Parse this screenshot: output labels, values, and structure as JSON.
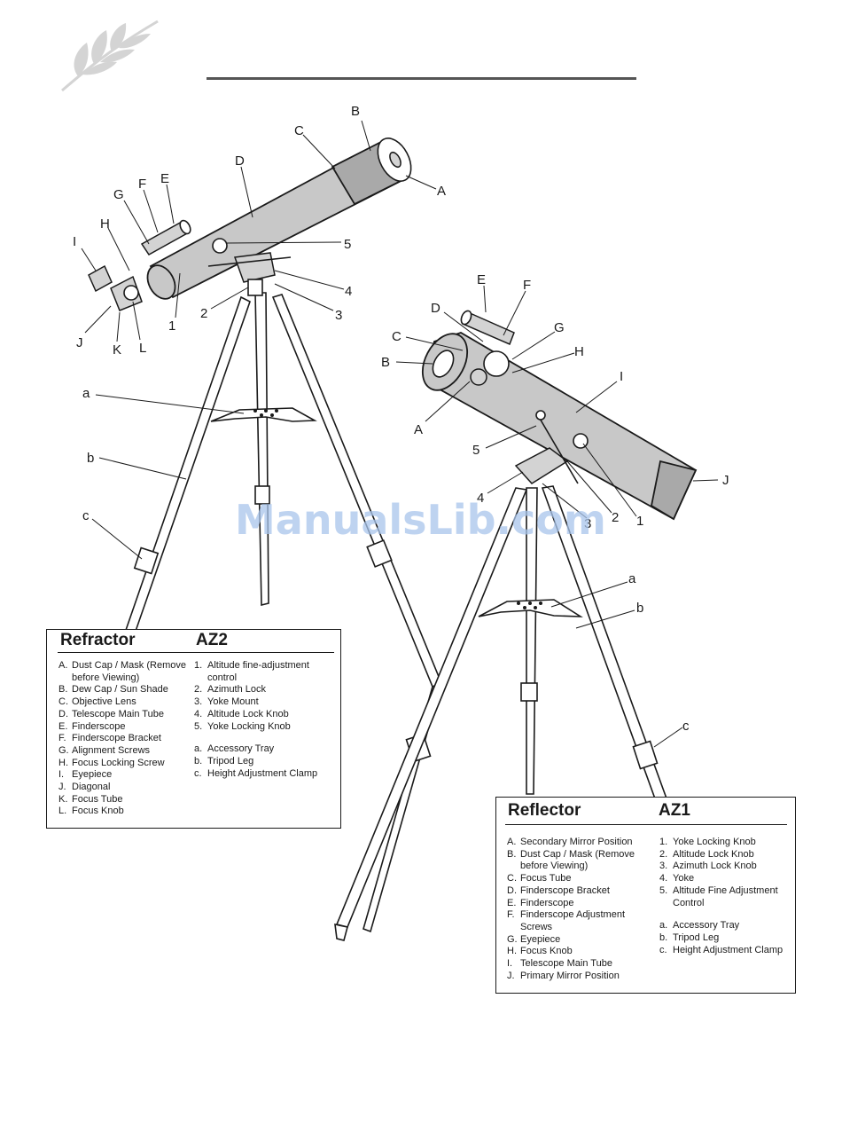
{
  "refractor": {
    "title": "Refractor",
    "model": "AZ2",
    "parts": [
      {
        "key": "A.",
        "text": "Dust Cap / Mask (Remove before Viewing)"
      },
      {
        "key": "B.",
        "text": "Dew Cap / Sun Shade"
      },
      {
        "key": "C.",
        "text": "Objective Lens"
      },
      {
        "key": "D.",
        "text": "Telescope Main Tube"
      },
      {
        "key": "E.",
        "text": "Finderscope"
      },
      {
        "key": "F.",
        "text": "Finderscope Bracket"
      },
      {
        "key": "G.",
        "text": "Alignment Screws"
      },
      {
        "key": "H.",
        "text": "Focus Locking Screw"
      },
      {
        "key": "I.",
        "text": "Eyepiece"
      },
      {
        "key": "J.",
        "text": "Diagonal"
      },
      {
        "key": "K.",
        "text": "Focus Tube"
      },
      {
        "key": "L.",
        "text": "Focus Knob"
      }
    ],
    "mount": [
      {
        "key": "1.",
        "text": "Altitude fine-adjustment control"
      },
      {
        "key": "2.",
        "text": "Azimuth Lock"
      },
      {
        "key": "3.",
        "text": "Yoke Mount"
      },
      {
        "key": "4.",
        "text": "Altitude Lock Knob"
      },
      {
        "key": "5.",
        "text": "Yoke Locking Knob"
      }
    ],
    "tripod": [
      {
        "key": "a.",
        "text": "Accessory Tray"
      },
      {
        "key": "b.",
        "text": "Tripod Leg"
      },
      {
        "key": "c.",
        "text": "Height Adjustment Clamp"
      }
    ]
  },
  "reflector": {
    "title": "Reflector",
    "model": "AZ1",
    "parts": [
      {
        "key": "A.",
        "text": "Secondary Mirror Position"
      },
      {
        "key": "B.",
        "text": "Dust Cap / Mask (Remove before Viewing)"
      },
      {
        "key": "C.",
        "text": "Focus Tube"
      },
      {
        "key": "D.",
        "text": "Finderscope Bracket"
      },
      {
        "key": "E.",
        "text": "Finderscope"
      },
      {
        "key": "F.",
        "text": "Finderscope Adjustment Screws"
      },
      {
        "key": "G.",
        "text": "Eyepiece"
      },
      {
        "key": "H.",
        "text": "Focus Knob"
      },
      {
        "key": "I.",
        "text": "Telescope Main Tube"
      },
      {
        "key": "J.",
        "text": "Primary Mirror Position"
      }
    ],
    "mount": [
      {
        "key": "1.",
        "text": "Yoke Locking Knob"
      },
      {
        "key": "2.",
        "text": "Altitude Lock Knob"
      },
      {
        "key": "3.",
        "text": "Azimuth Lock Knob"
      },
      {
        "key": "4.",
        "text": "Yoke"
      },
      {
        "key": "5.",
        "text": "Altitude Fine Adjustment Control"
      }
    ],
    "tripod": [
      {
        "key": "a.",
        "text": "Accessory Tray"
      },
      {
        "key": "b.",
        "text": "Tripod Leg"
      },
      {
        "key": "c.",
        "text": "Height Adjustment Clamp"
      }
    ]
  },
  "callouts": {
    "refractor": [
      "A",
      "B",
      "C",
      "D",
      "E",
      "F",
      "G",
      "H",
      "I",
      "J",
      "K",
      "L",
      "1",
      "2",
      "3",
      "4",
      "5",
      "a",
      "b",
      "c"
    ],
    "reflector": [
      "A",
      "B",
      "C",
      "D",
      "E",
      "F",
      "G",
      "H",
      "I",
      "J",
      "1",
      "2",
      "3",
      "4",
      "5",
      "a",
      "b",
      "c"
    ]
  },
  "watermark": "ManualsLib.com",
  "icons": {
    "header": "leaf-branch-icon"
  }
}
